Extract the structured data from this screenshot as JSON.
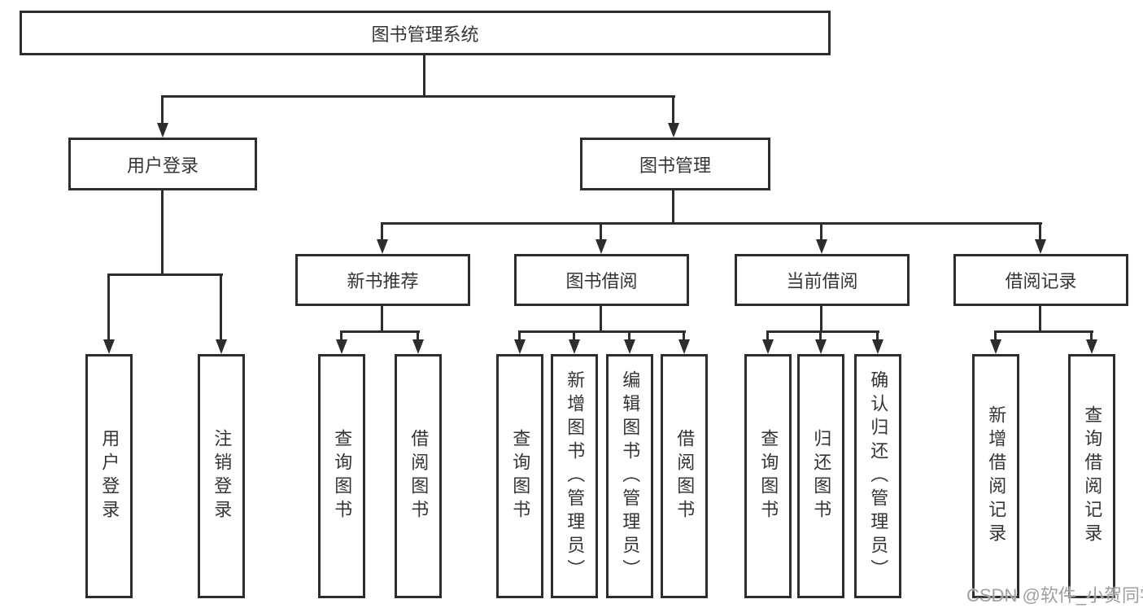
{
  "colors": {
    "background": "#ffffff",
    "line": "#2d2d2d",
    "box_border": "#2d2d2d",
    "text": "#353535",
    "watermark": "#9f9f9f"
  },
  "tree": {
    "root": {
      "label": "图书管理系统"
    },
    "branches": [
      {
        "label": "用户登录",
        "children": [
          {
            "label": "用户登录"
          },
          {
            "label": "注销登录"
          }
        ]
      },
      {
        "label": "图书管理",
        "children": [
          {
            "label": "新书推荐",
            "children": [
              {
                "label": "查询图书"
              },
              {
                "label": "借阅图书"
              }
            ]
          },
          {
            "label": "图书借阅",
            "children": [
              {
                "label": "查询图书"
              },
              {
                "label": "新增图书（管理员）"
              },
              {
                "label": "编辑图书（管理员）"
              },
              {
                "label": "借阅图书"
              }
            ]
          },
          {
            "label": "当前借阅",
            "children": [
              {
                "label": "查询图书"
              },
              {
                "label": "归还图书"
              },
              {
                "label": "确认归还（管理员）"
              }
            ]
          },
          {
            "label": "借阅记录",
            "children": [
              {
                "label": "新增借阅记录"
              },
              {
                "label": "查询借阅记录"
              }
            ]
          }
        ]
      }
    ]
  },
  "watermark": {
    "text": "CSDN @软件_小贺同学"
  }
}
